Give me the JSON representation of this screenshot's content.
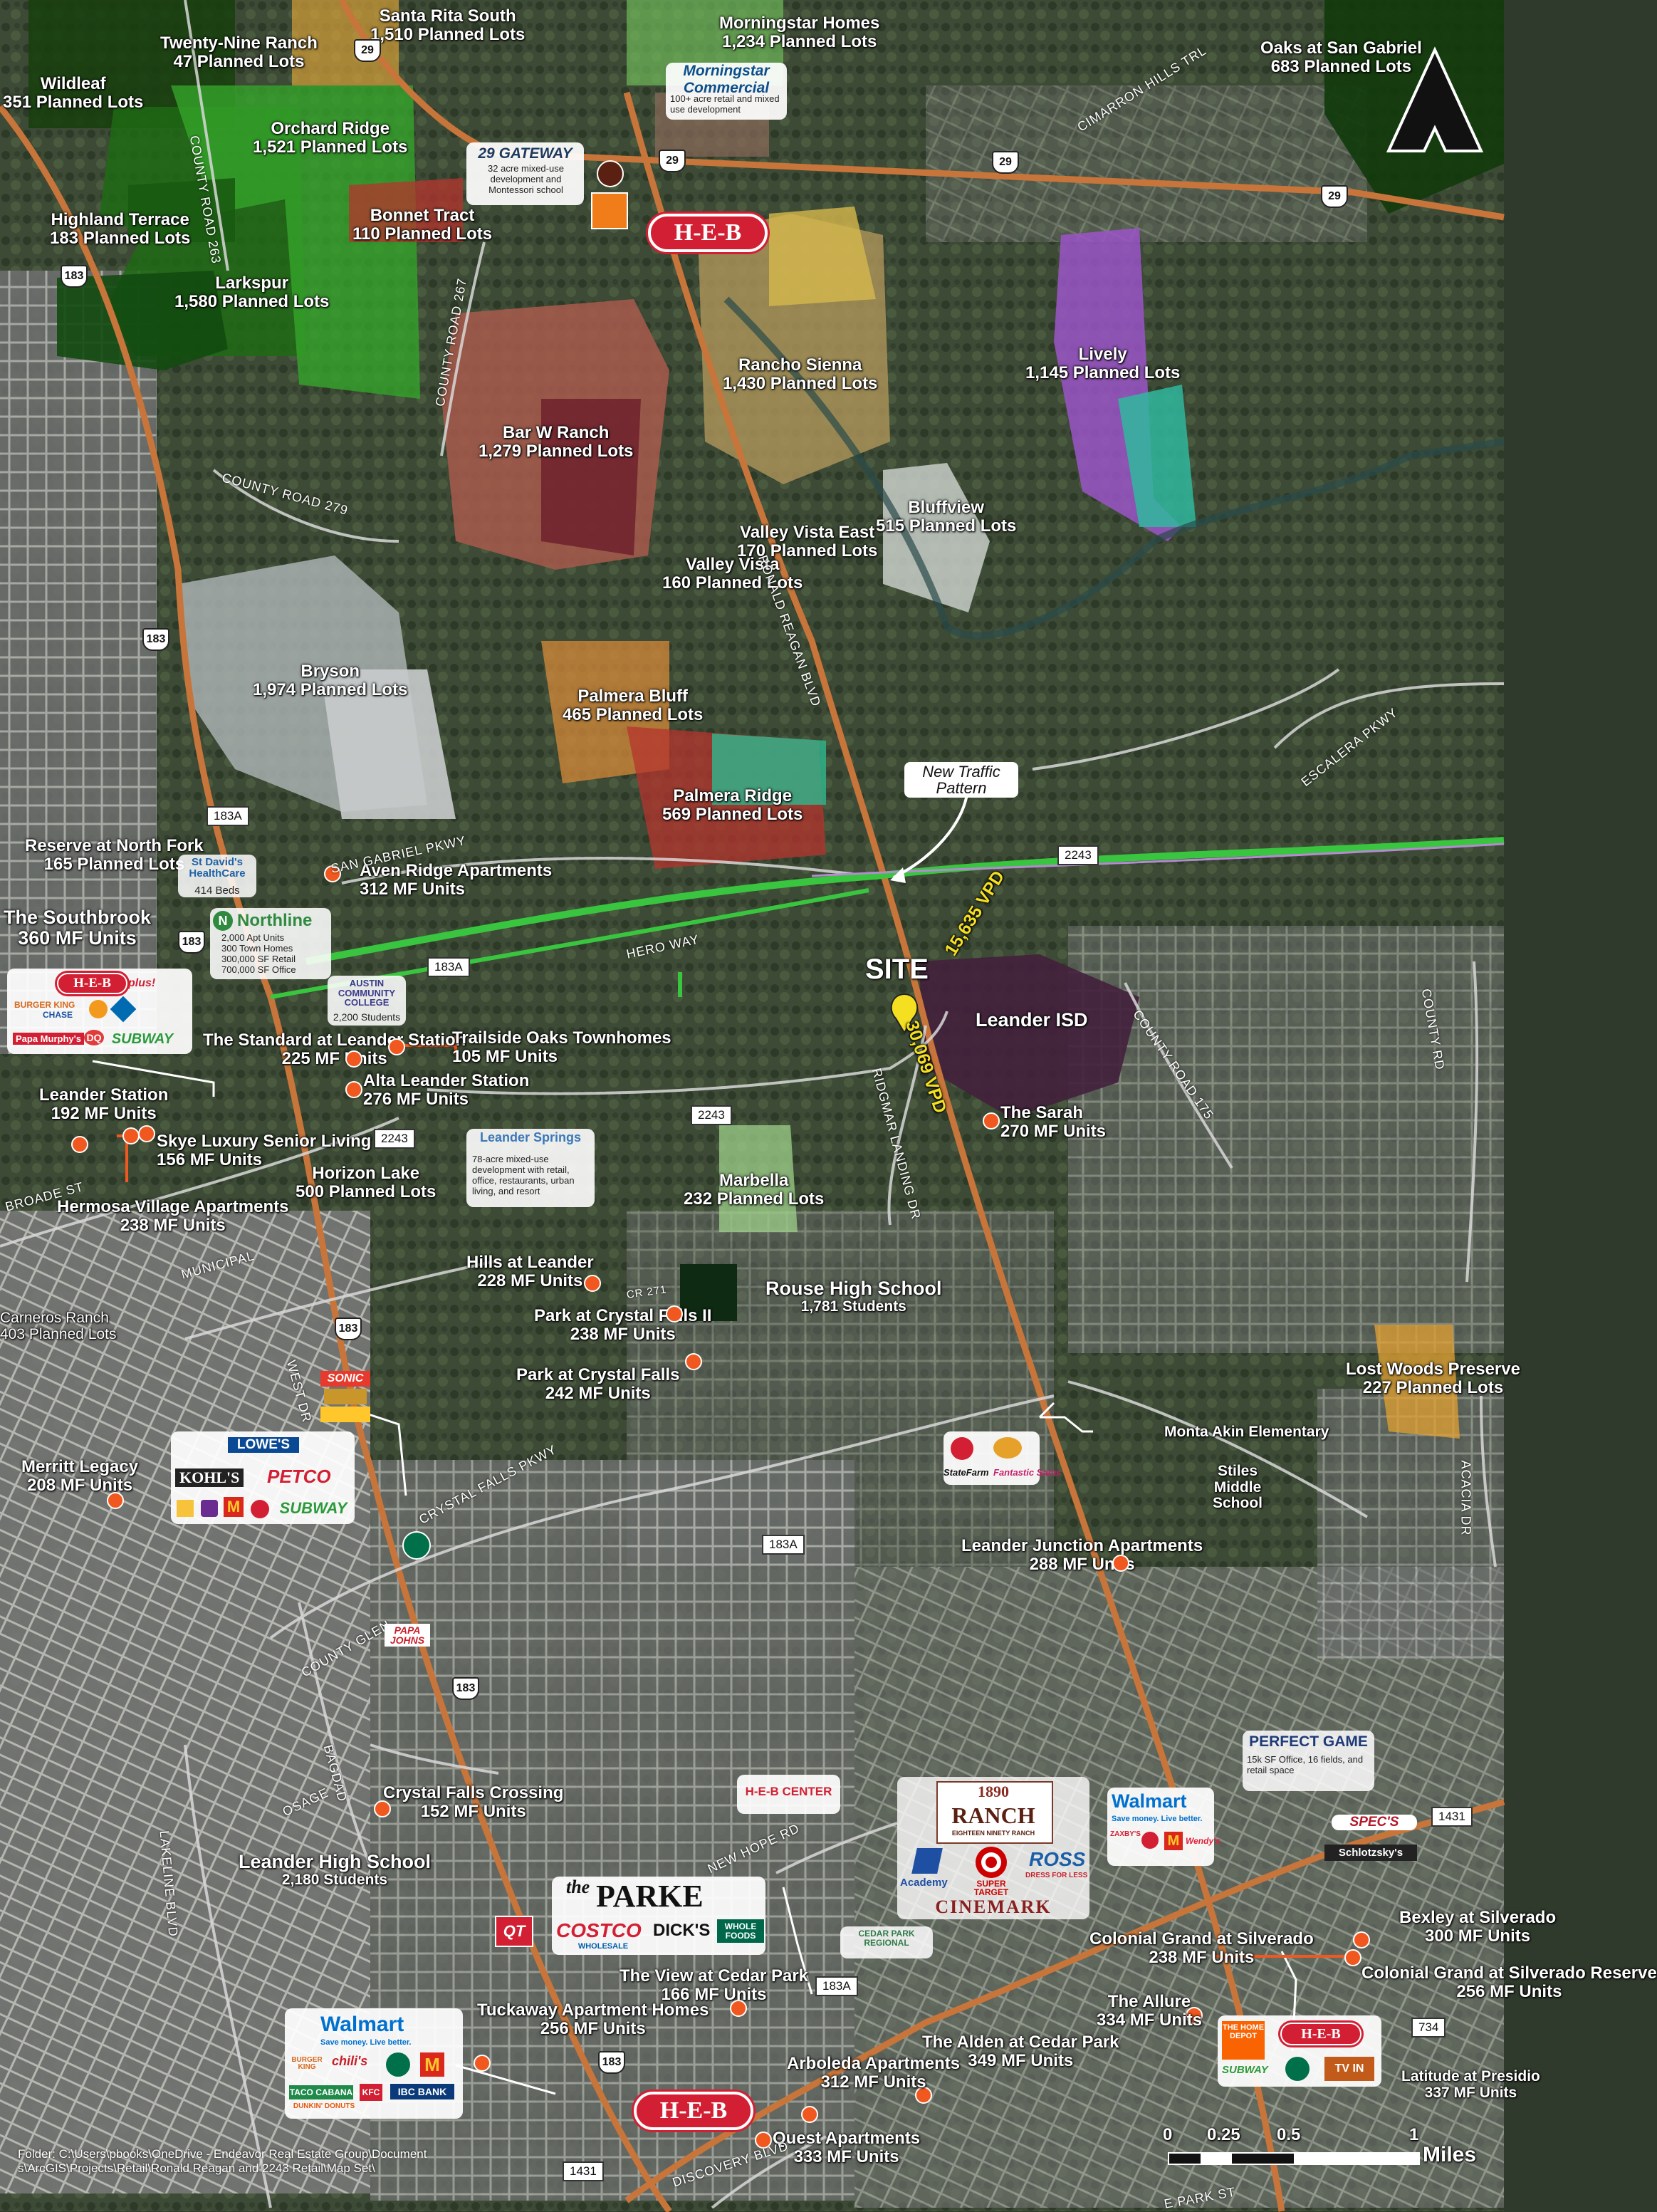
{
  "map_labels": {
    "santa_rita": {
      "name": "Santa Rita South",
      "detail": "1,510 Planned Lots"
    },
    "morningstar_homes": {
      "name": "Morningstar Homes",
      "detail": "1,234 Planned Lots"
    },
    "morningstar_comm": {
      "name": "Morningstar Commercial",
      "detail": "100+ acre retail and mixed use development"
    },
    "oaks_sg": {
      "name": "Oaks at San Gabriel",
      "detail": "683 Planned Lots"
    },
    "wildleaf": {
      "name": "Wildleaf",
      "detail": "351 Planned Lots"
    },
    "twenty_nine": {
      "name": "Twenty-Nine Ranch",
      "detail": "47 Planned Lots"
    },
    "orchard": {
      "name": "Orchard Ridge",
      "detail": "1,521 Planned Lots"
    },
    "gateway": {
      "name": "29 GATEWAY",
      "detail": "32 acre mixed-use development and Montessori school"
    },
    "bonnet": {
      "name": "Bonnet Tract",
      "detail": "110 Planned Lots"
    },
    "highland": {
      "name": "Highland Terrace",
      "detail": "183 Planned Lots"
    },
    "larkspur": {
      "name": "Larkspur",
      "detail": "1,580 Planned Lots"
    },
    "rancho": {
      "name": "Rancho Sienna",
      "detail": "1,430 Planned Lots"
    },
    "lively": {
      "name": "Lively",
      "detail": "1,145 Planned Lots"
    },
    "barw": {
      "name": "Bar W Ranch",
      "detail": "1,279 Planned Lots"
    },
    "vve": {
      "name": "Valley Vista East",
      "detail": "170 Planned Lots"
    },
    "bluffview": {
      "name": "Bluffview",
      "detail": "515 Planned Lots"
    },
    "vv": {
      "name": "Valley Vista",
      "detail": "160 Planned Lots"
    },
    "bryson": {
      "name": "Bryson",
      "detail": "1,974 Planned Lots"
    },
    "palmera_bluff": {
      "name": "Palmera Bluff",
      "detail": "465 Planned Lots"
    },
    "palmera_ridge": {
      "name": "Palmera Ridge",
      "detail": "569 Planned Lots"
    },
    "new_traffic": "New Traffic Pattern",
    "reserve_nf": {
      "name": "Reserve at North Fork",
      "detail": "165 Planned Lots"
    },
    "aven": {
      "name": "Aven Ridge Apartments",
      "detail": "312 MF Units"
    },
    "stdavids": {
      "name": "St David's HealthCare",
      "detail": "414 Beds"
    },
    "southbrook": {
      "name": "The Southbrook",
      "detail": "360 MF Units"
    },
    "northline": {
      "name": "Northline",
      "items": [
        "2,000 Apt Units",
        "300 Town Homes",
        "300,000 SF Retail",
        "700,000 SF Office"
      ]
    },
    "acc": {
      "name": "AUSTIN COMMUNITY COLLEGE",
      "detail": "2,200 Students"
    },
    "site": "SITE",
    "vpd1": "15,635 VPD",
    "vpd2": "30,069 VPD",
    "leander_isd": "Leander ISD",
    "standard": {
      "name": "The Standard at Leander Station",
      "detail": "225 MF Units"
    },
    "trailside": {
      "name": "Trailside Oaks Townhomes",
      "detail": "105 MF Units"
    },
    "alta": {
      "name": "Alta Leander Station",
      "detail": "276 MF Units"
    },
    "leander_station": {
      "name": "Leander Station",
      "detail": "192 MF Units"
    },
    "skye": {
      "name": "Skye Luxury Senior Living",
      "detail": "156 MF Units"
    },
    "leander_springs": {
      "name": "Leander Springs",
      "detail": "78-acre mixed-use development with retail, office, restaurants, urban living, and resort"
    },
    "horizon": {
      "name": "Horizon Lake",
      "detail": "500 Planned Lots"
    },
    "hermosa": {
      "name": "Hermosa Village Apartments",
      "detail": "238 MF Units"
    },
    "sarah": {
      "name": "The Sarah",
      "detail": "270 MF Units"
    },
    "marbella": {
      "name": "Marbella",
      "detail": "232 Planned Lots"
    },
    "hills": {
      "name": "Hills at Leander",
      "detail": "228 MF Units"
    },
    "rouse": {
      "name": "Rouse High School",
      "detail": "1,781 Students"
    },
    "pcf2": {
      "name": "Park at Crystal Falls II",
      "detail": "238 MF Units"
    },
    "pcf": {
      "name": "Park at Crystal Falls",
      "detail": "242 MF Units"
    },
    "carneros": {
      "name": "Carneros Ranch",
      "detail": "403 Planned Lots"
    },
    "lost_woods": {
      "name": "Lost Woods Preserve",
      "detail": "227 Planned Lots"
    },
    "merritt": {
      "name": "Merritt Legacy",
      "detail": "208 MF Units"
    },
    "monta": "Monta Akin Elementary",
    "stiles": "Stiles Middle School",
    "lj": {
      "name": "Leander Junction Apartments",
      "detail": "288 MF Units"
    },
    "perfect_game": {
      "name": "PERFECT GAME",
      "detail": "15k SF Office, 16 fields, and retail space"
    },
    "cfc": {
      "name": "Crystal Falls Crossing",
      "detail": "152 MF Units"
    },
    "lhs": {
      "name": "Leander High School",
      "detail": "2,180 Students"
    },
    "view": {
      "name": "The View at Cedar Park",
      "detail": "166 MF Units"
    },
    "tuckaway": {
      "name": "Tuckaway Apartment Homes",
      "detail": "256 MF Units"
    },
    "colonial1": {
      "name": "Colonial Grand at Silverado",
      "detail": "238 MF Units"
    },
    "bexley": {
      "name": "Bexley at Silverado",
      "detail": "300 MF Units"
    },
    "colonial2": {
      "name": "Colonial Grand at Silverado Reserve",
      "detail": "256 MF Units"
    },
    "allure": {
      "name": "The Allure",
      "detail": "334 MF Units"
    },
    "alden": {
      "name": "The Alden at Cedar Park",
      "detail": "349 MF Units"
    },
    "arboleda": {
      "name": "Arboleda Apartments",
      "detail": "312 MF Units"
    },
    "quest": {
      "name": "Quest Apartments",
      "detail": "333 MF Units"
    },
    "latitude": {
      "name": "Latitude at Presidio",
      "detail": "337 MF Units"
    }
  },
  "roads": {
    "county_road_263": "COUNTY ROAD 263",
    "county_road_267": "COUNTY ROAD 267",
    "county_road_279": "COUNTY ROAD 279",
    "ronald_reagan": "RONALD REAGAN BLVD",
    "cimarron": "CIMARRON HILLS TRL",
    "escalera": "ESCALERA PKWY",
    "san_gabriel": "SAN GABRIEL PKWY",
    "hero_way": "HERO WAY",
    "ridgmar": "RIDGMAR LANDING DR",
    "county_road_175": "COUNTY ROAD 175",
    "broade": "BROADE ST",
    "municipal": "MUNICIPAL",
    "west_dr": "WEST DR",
    "crystal_falls": "CRYSTAL FALLS PKWY",
    "cr_271": "CR 271",
    "county_glen": "COUNTY GLEN",
    "bagdad": "BAGDAD",
    "osage": "OSAGE",
    "lakeline": "LAKELINE BLVD",
    "new_hope": "NEW HOPE RD",
    "discovery": "DISCOVERY BLVD",
    "e_park": "E PARK ST",
    "acacia": "ACACIA DR",
    "county_rd_right": "COUNTY RD"
  },
  "shields": {
    "us29a": "29",
    "us29b": "29",
    "us29c": "29",
    "us29d": "29",
    "us183a": "183",
    "us183b": "183",
    "us183c": "183",
    "us183d": "183",
    "us183e": "183",
    "us183f": "183",
    "tx183a_1": "183A",
    "tx183a_2": "183A",
    "tx183a_3": "183A",
    "tx183a_4": "183A",
    "fm2243a": "2243",
    "fm2243b": "2243",
    "fm2243c": "2243",
    "fm1431a": "1431",
    "fm1431b": "1431",
    "fm734": "734"
  },
  "logos": {
    "heb": "H-E-B",
    "heb_plus": "plus!",
    "walmart": "Walmart",
    "walmart_tag": "Save money. Live better.",
    "lowes": "LOWE'S",
    "kohls": "KOHL'S",
    "petco": "PETCO",
    "subway": "SUBWAY",
    "costco": "COSTCO",
    "costco_sub": "WHOLESALE",
    "the_parke_the": "the",
    "the_parke": "PARKE",
    "dicks": "DICK'S",
    "whole_foods": "WHOLE FOODS",
    "qt": "QT",
    "ranch_1890": "1890",
    "ranch": "RANCH",
    "ranch_sub": "EIGHTEEN NINETY RANCH",
    "target": "SUPER TARGET",
    "ross": "ROSS",
    "ross_sub": "DRESS FOR LESS",
    "academy": "Academy",
    "cinemark": "CINEMARK",
    "heb_center": "H-E-B CENTER",
    "cedar_park_regional": "CEDAR PARK REGIONAL",
    "sonic": "SONIC",
    "papa_johns": "PAPA JOHNS",
    "statefarm": "StateFarm",
    "fantastic_sams": "Fantastic Sams",
    "specs": "SPEC'S",
    "schlotzskys": "Schlotzsky's",
    "home_depot": "THE HOME DEPOT",
    "taco_cabana": "TACO CABANA",
    "ibc": "IBC BANK",
    "dunkin": "DUNKIN' DONUTS",
    "chilis": "chili's",
    "zaxbys": "ZAXBY'S",
    "wendys": "Wendy's",
    "burger_king": "BURGER KING",
    "chase": "CHASE",
    "papa_murphys": "Papa Murphy's",
    "dq": "DQ",
    "mcdonalds": "M",
    "kfc": "KFC",
    "tv_in": "TV IN"
  },
  "scale": {
    "ticks": [
      "0",
      "0.25",
      "0.5",
      "1"
    ],
    "unit": "Miles"
  },
  "footer_path": "Folder: C:\\Users\\pbooks\\OneDrive - Endeavor Real Estate Group\\Documents\\ArcGIS\\Projects\\Retail\\Ronald Reagan and 2243 Retail\\Map Set\\",
  "colors": {
    "orange_dot": "#f0581f",
    "heb_red": "#d31f33",
    "road_orange": "#c7753a",
    "tollway_green": "#39c53f",
    "site_pin": "#f4e020"
  }
}
